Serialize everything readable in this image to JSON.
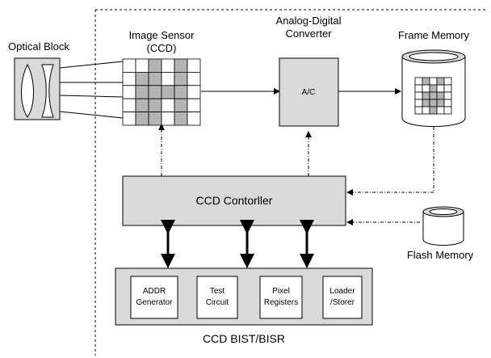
{
  "labels": {
    "optical_block": "Optical Block",
    "image_sensor_line1": "Image Sensor",
    "image_sensor_line2": "(CCD)",
    "adc_line1": "Analog-Digital",
    "adc_line2": "Converter",
    "adc_inner": "A/C",
    "frame_memory": "Frame Memory",
    "ccd_controller": "CCD Contorller",
    "flash_memory": "Flash Memory",
    "bist_title": "CCD BIST/BISR",
    "addr_line1": "ADDR",
    "addr_line2": "Generator",
    "test_line1": "Test",
    "test_line2": "Circuit",
    "pixel_line1": "Pixel",
    "pixel_line2": "Registers",
    "loader_line1": "Loader",
    "loader_line2": "/Storer"
  },
  "ccd_grid": {
    "rows": 5,
    "cols": 6,
    "shaded": [
      [
        0,
        2
      ],
      [
        0,
        4
      ],
      [
        1,
        1
      ],
      [
        1,
        2
      ],
      [
        1,
        4
      ],
      [
        2,
        1
      ],
      [
        2,
        2
      ],
      [
        2,
        3
      ],
      [
        2,
        4
      ],
      [
        3,
        1
      ],
      [
        3,
        2
      ],
      [
        3,
        4
      ],
      [
        4,
        1
      ],
      [
        4,
        2
      ],
      [
        4,
        4
      ]
    ]
  },
  "frame_grid": {
    "rows": 5,
    "cols": 5,
    "shaded": [
      [
        0,
        1
      ],
      [
        0,
        3
      ],
      [
        1,
        2
      ],
      [
        2,
        1
      ],
      [
        2,
        2
      ],
      [
        2,
        3
      ],
      [
        3,
        1
      ],
      [
        3,
        2
      ],
      [
        3,
        3
      ],
      [
        4,
        2
      ]
    ]
  },
  "colors": {
    "block_fill": "#d9d9d9",
    "cell_shade": "#b4b4b4",
    "line": "#000000"
  }
}
